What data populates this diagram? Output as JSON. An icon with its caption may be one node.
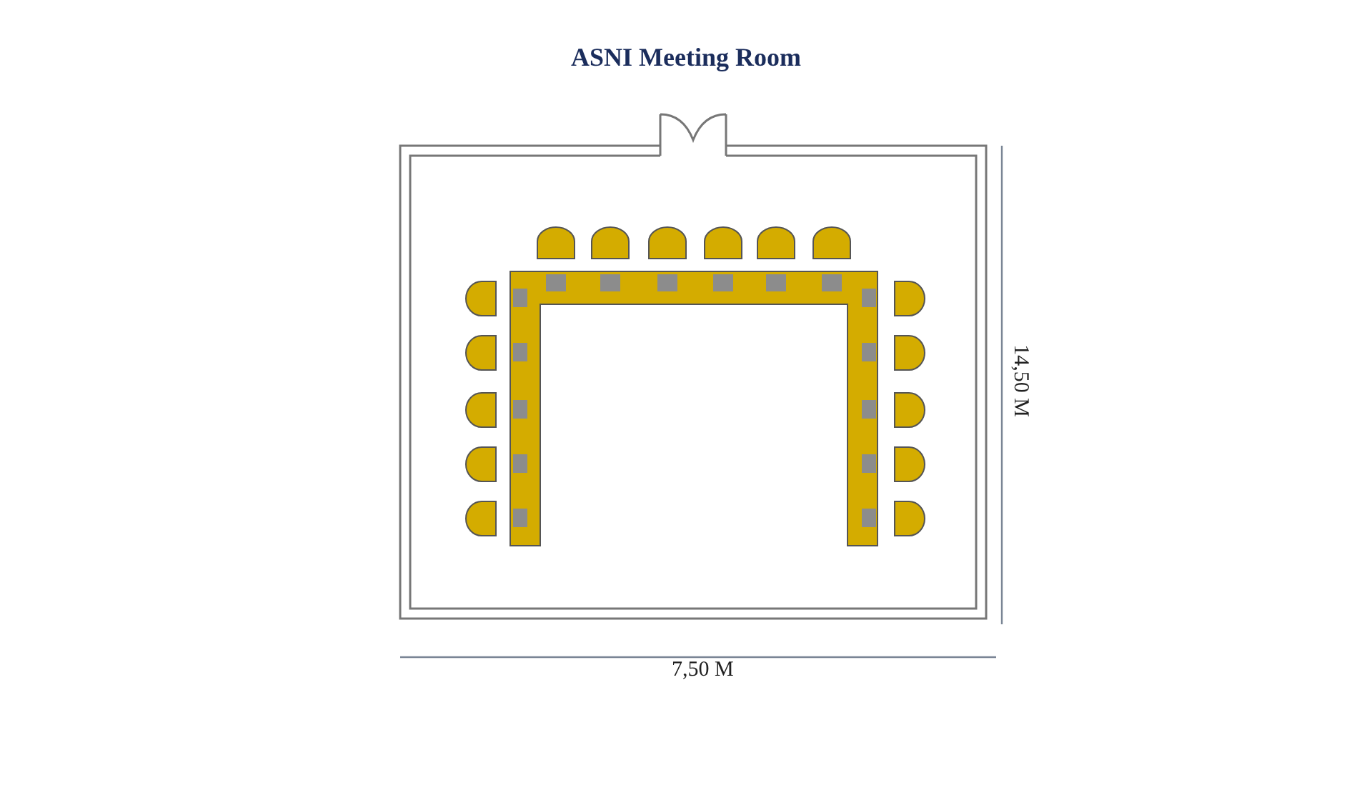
{
  "diagram": {
    "title": "ASNI Meeting Room",
    "labels": [
      "14,50 M",
      "7,50 M"
    ]
  }
}
